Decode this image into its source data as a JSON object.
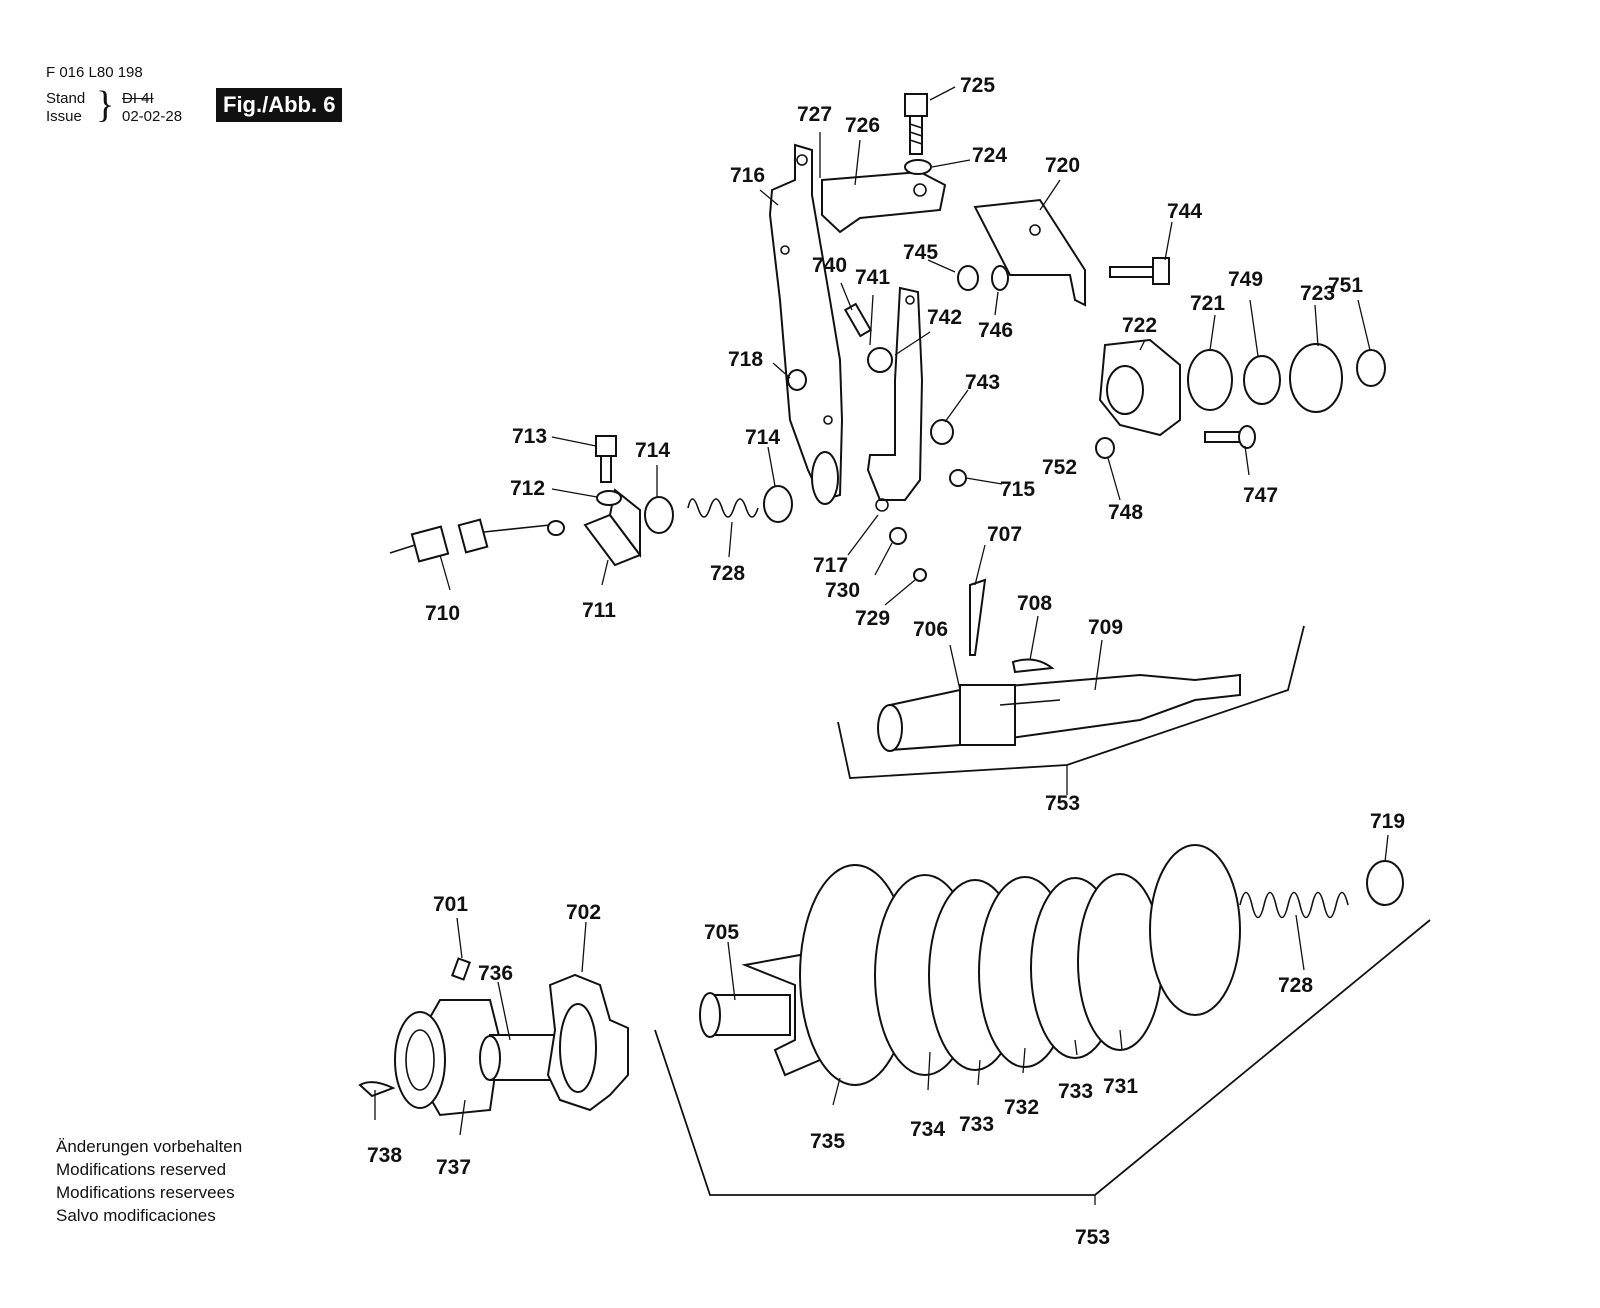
{
  "header": {
    "doc_number": "F 016 L80 198",
    "stand_label": "Stand",
    "issue_label": "Issue",
    "stand_value": "DI 4I",
    "issue_date": "02-02-28",
    "figure_badge": "Fig./Abb. 6"
  },
  "callouts": [
    "725",
    "727",
    "726",
    "724",
    "716",
    "720",
    "744",
    "745",
    "740",
    "741",
    "742",
    "746",
    "749",
    "723",
    "751",
    "721",
    "722",
    "718",
    "743",
    "713",
    "714",
    "714",
    "712",
    "752",
    "715",
    "747",
    "748",
    "728",
    "717",
    "707",
    "730",
    "729",
    "708",
    "710",
    "711",
    "706",
    "709",
    "753",
    "719",
    "701",
    "702",
    "705",
    "736",
    "728",
    "738",
    "737",
    "735",
    "734",
    "733",
    "732",
    "733",
    "731",
    "753"
  ],
  "notes": [
    "Änderungen vorbehalten",
    "Modifications reserved",
    "Modifications reservees",
    "Salvo modificaciones"
  ]
}
